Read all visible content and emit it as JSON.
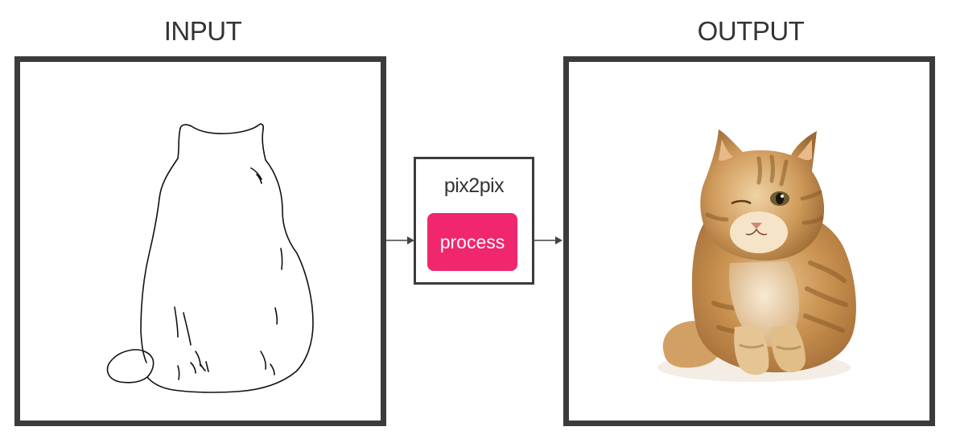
{
  "input_panel": {
    "title": "INPUT"
  },
  "output_panel": {
    "title": "OUTPUT"
  },
  "model": {
    "name": "pix2pix",
    "button_label": "process"
  },
  "colors": {
    "frame": "#3b3b3b",
    "button": "#f0266e",
    "button_text": "#ffffff",
    "sketch_stroke": "#111111"
  },
  "icons": [
    "arrow-right-icon",
    "arrow-right-icon"
  ]
}
